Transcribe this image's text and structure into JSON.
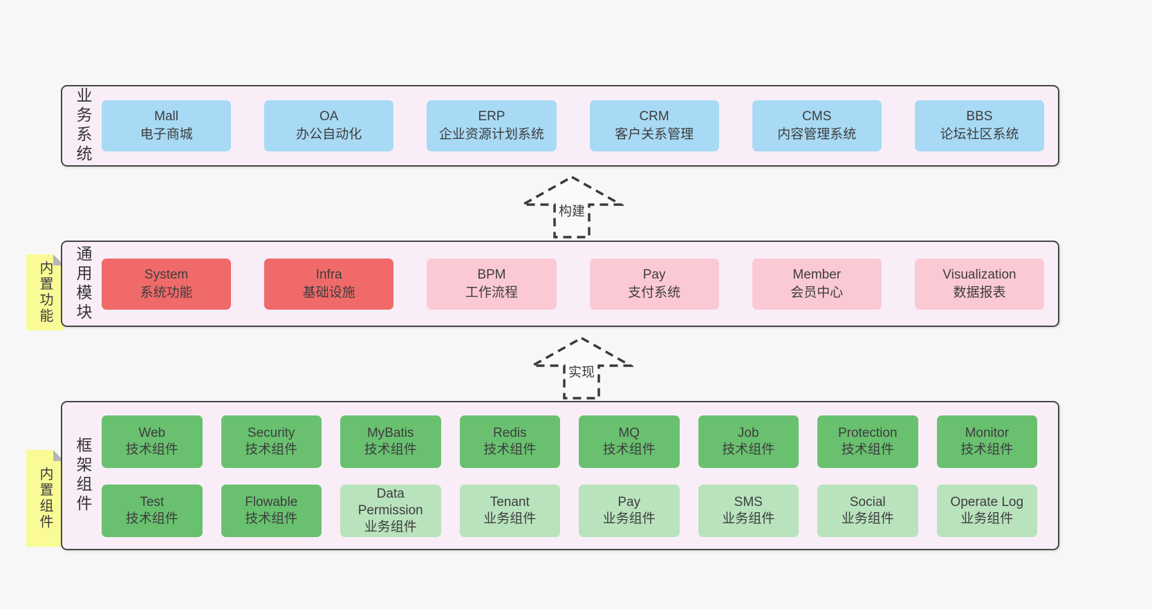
{
  "palette": {
    "page_bg": "#f7f7f7",
    "band_bg": "#f9eef7",
    "band_border": "#454545",
    "blue_box": "#a8daf5",
    "red_box": "#f06a6a",
    "pink_box": "#fbc9d4",
    "green_box": "#69c170",
    "light_green_box": "#b9e3bd",
    "sticky_yellow": "#fafa96",
    "sticky_fold_gray": "#b5b5b5",
    "text": "#3c3c3c"
  },
  "arrows": [
    {
      "label": "构建"
    },
    {
      "label": "实现"
    }
  ],
  "bands": [
    {
      "label": "业务系统",
      "boxes": [
        {
          "en": "Mall",
          "zh": "电子商城"
        },
        {
          "en": "OA",
          "zh": "办公自动化"
        },
        {
          "en": "ERP",
          "zh": "企业资源计划系统"
        },
        {
          "en": "CRM",
          "zh": "客户关系管理"
        },
        {
          "en": "CMS",
          "zh": "内容管理系统"
        },
        {
          "en": "BBS",
          "zh": "论坛社区系统"
        }
      ]
    },
    {
      "label": "通用模块",
      "sticky": "内置功能",
      "boxes": [
        {
          "en": "System",
          "zh": "系统功能"
        },
        {
          "en": "Infra",
          "zh": "基础设施"
        },
        {
          "en": "BPM",
          "zh": "工作流程"
        },
        {
          "en": "Pay",
          "zh": "支付系统"
        },
        {
          "en": "Member",
          "zh": "会员中心"
        },
        {
          "en": "Visualization",
          "zh": "数据报表"
        }
      ]
    },
    {
      "label": "框架组件",
      "sticky": "内置组件",
      "rows": [
        [
          {
            "en": "Web",
            "zh": "技术组件"
          },
          {
            "en": "Security",
            "zh": "技术组件"
          },
          {
            "en": "MyBatis",
            "zh": "技术组件"
          },
          {
            "en": "Redis",
            "zh": "技术组件"
          },
          {
            "en": "MQ",
            "zh": "技术组件"
          },
          {
            "en": "Job",
            "zh": "技术组件"
          },
          {
            "en": "Protection",
            "zh": "技术组件"
          },
          {
            "en": "Monitor",
            "zh": "技术组件"
          }
        ],
        [
          {
            "en": "Test",
            "zh": "技术组件"
          },
          {
            "en": "Flowable",
            "zh": "技术组件"
          },
          {
            "en": "Data Permission",
            "zh": "业务组件"
          },
          {
            "en": "Tenant",
            "zh": "业务组件"
          },
          {
            "en": "Pay",
            "zh": "业务组件"
          },
          {
            "en": "SMS",
            "zh": "业务组件"
          },
          {
            "en": "Social",
            "zh": "业务组件"
          },
          {
            "en": "Operate Log",
            "zh": "业务组件"
          }
        ]
      ]
    }
  ]
}
